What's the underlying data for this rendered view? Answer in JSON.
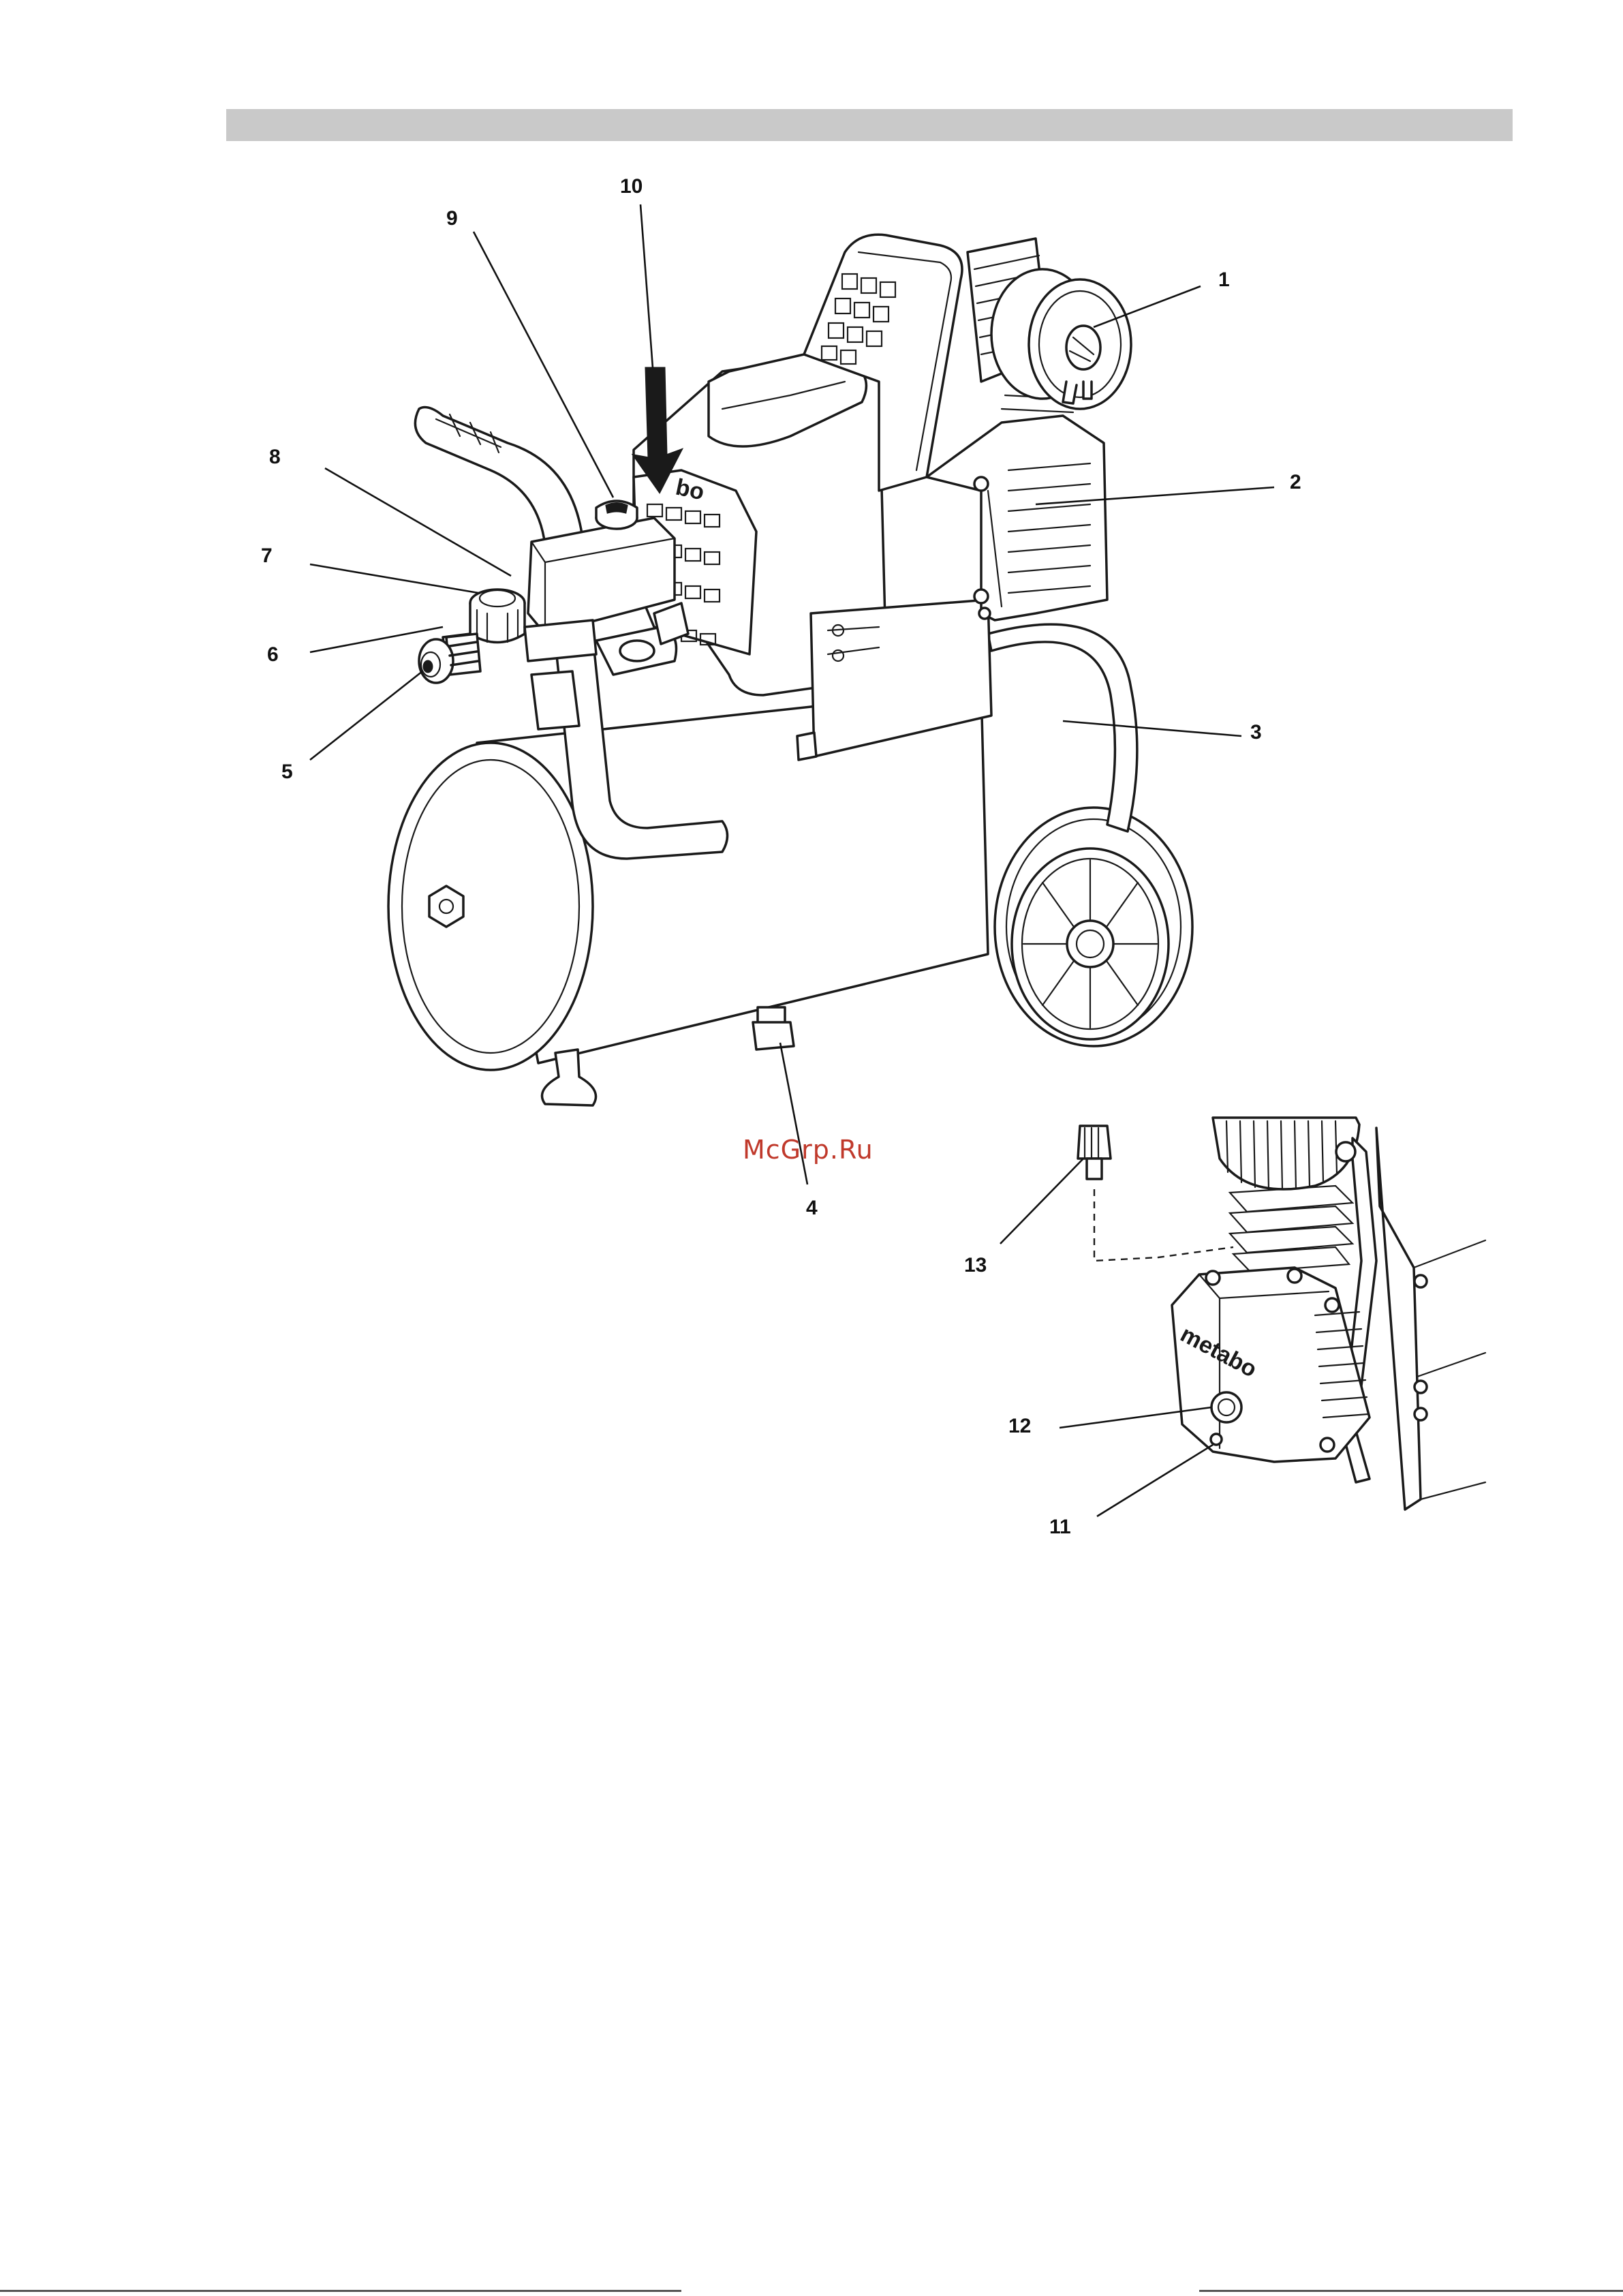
{
  "header": {
    "bar_color": "#c9c9c9"
  },
  "callouts": {
    "c1": "1",
    "c2": "2",
    "c3": "3",
    "c4": "4",
    "c5": "5",
    "c6": "6",
    "c7": "7",
    "c8": "8",
    "c9": "9",
    "c10": "10",
    "c11": "11",
    "c12": "12",
    "c13": "13"
  },
  "labels": {
    "watermark": "McGrp.Ru",
    "brand_main": "bo",
    "brand_detail": "metabo"
  },
  "colors": {
    "ink": "#1a1a1a",
    "watermark": "#c0392b"
  }
}
